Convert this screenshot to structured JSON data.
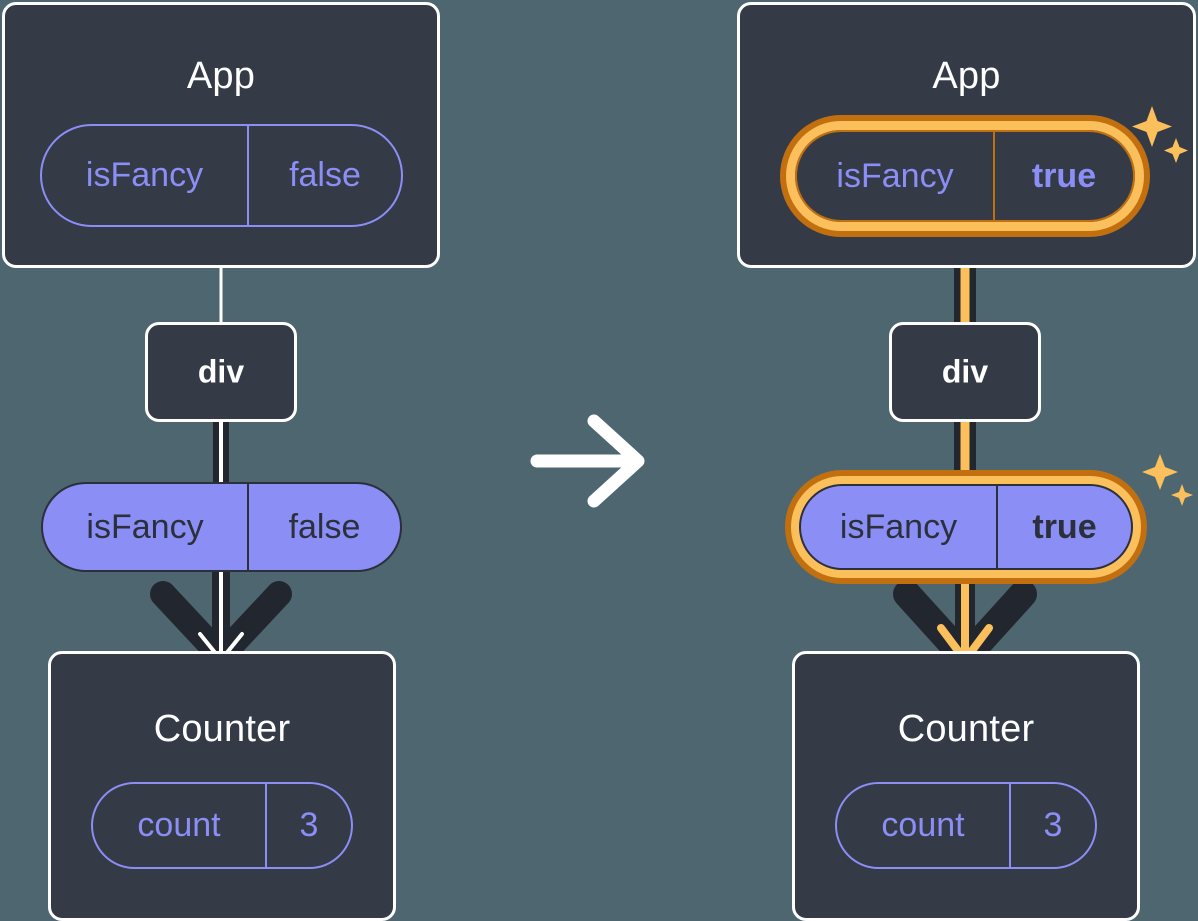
{
  "background_color": "#4d6670",
  "colors": {
    "panel_bg": "#343a46",
    "panel_border": "#ffffff",
    "pill_purple": "#8b8ef5",
    "pill_text_dark": "#2b303b",
    "highlight_outer": "#c2700f",
    "highlight_inner": "#fbbf5c",
    "connector_dark": "#22262f",
    "connector_light": "#ffffff",
    "sparkle": "#fbbf5c"
  },
  "transition_arrow": {
    "icon": "arrow-right-icon",
    "label": "becomes"
  },
  "diagrams": [
    {
      "id": "before",
      "side": "left",
      "app": {
        "title": "App",
        "state_pill": {
          "name": "isFancy",
          "value": "false",
          "style": "outline",
          "highlighted": false,
          "value_bold": false
        }
      },
      "div": {
        "label": "div"
      },
      "prop_pill": {
        "name": "isFancy",
        "value": "false",
        "style": "filled",
        "highlighted": false,
        "value_bold": false
      },
      "counter": {
        "title": "Counter",
        "state_pill": {
          "name": "count",
          "value": "3",
          "style": "outline",
          "highlighted": false,
          "value_bold": false
        }
      },
      "connectors": {
        "app_to_div": "light",
        "div_to_pill": "dark",
        "pill_to_counter": "dark-arrow"
      },
      "sparkles_visible": false
    },
    {
      "id": "after",
      "side": "right",
      "app": {
        "title": "App",
        "state_pill": {
          "name": "isFancy",
          "value": "true",
          "style": "outline",
          "highlighted": true,
          "value_bold": true
        }
      },
      "div": {
        "label": "div"
      },
      "prop_pill": {
        "name": "isFancy",
        "value": "true",
        "style": "filled",
        "highlighted": true,
        "value_bold": true
      },
      "counter": {
        "title": "Counter",
        "state_pill": {
          "name": "count",
          "value": "3",
          "style": "outline",
          "highlighted": false,
          "value_bold": false
        }
      },
      "connectors": {
        "app_to_div": "dark-with-orange",
        "div_to_pill": "dark-with-orange",
        "pill_to_counter": "dark-arrow-with-orange"
      },
      "sparkles_visible": true
    }
  ]
}
